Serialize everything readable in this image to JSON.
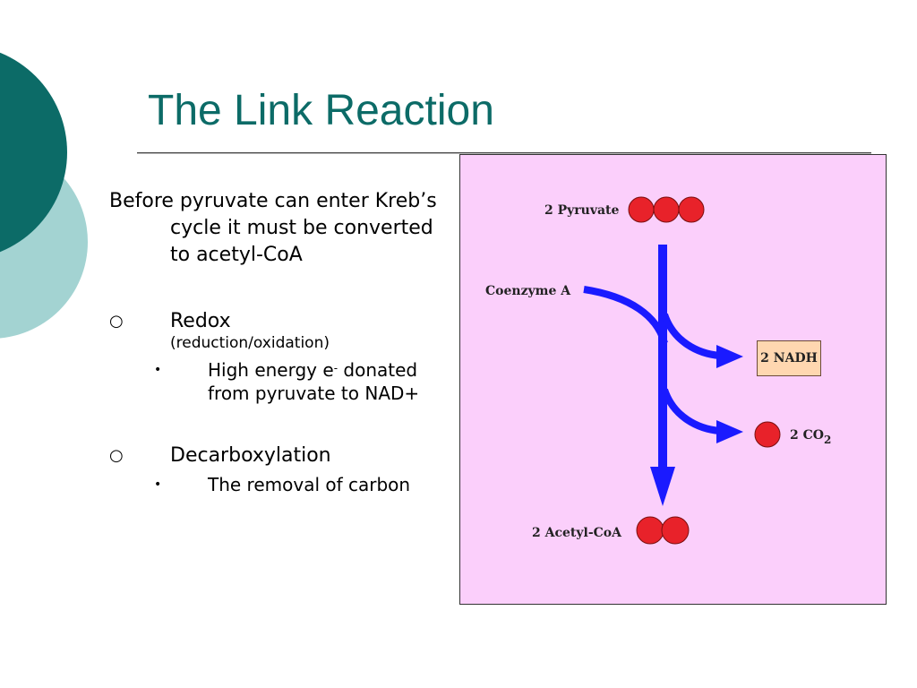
{
  "slide": {
    "title": "The Link Reaction",
    "intro": "Before pyruvate can enter Kreb’s cycle it must be converted to acetyl-CoA",
    "points": [
      {
        "bullet": "○",
        "label": "Redox",
        "sublabel": "(reduction/oxidation)",
        "details": [
          {
            "bullet": "•",
            "text_before": "High energy e",
            "superscript": "-",
            "text_after": "donated from pyruvate to NAD+"
          }
        ]
      },
      {
        "bullet": "○",
        "label": "Decarboxylation",
        "details": [
          {
            "bullet": "•",
            "text": "The removal of carbon"
          }
        ]
      }
    ]
  },
  "diagram": {
    "pyruvate_label": "2 Pyruvate",
    "coenzyme_label": "Coenzyme A",
    "nadh_label": "2 NADH",
    "co2_label": "2 CO",
    "co2_subscript": "2",
    "acetyl_label": "2 Acetyl-CoA",
    "colors": {
      "arrow": "#1a1aff",
      "molecule": "#e8222a",
      "panel": "#fbcffb",
      "nadh_box": "#ffd7b0",
      "title": "#0c6b67",
      "decor_dark": "#0c6b67",
      "decor_light": "#a3d3d2"
    }
  }
}
